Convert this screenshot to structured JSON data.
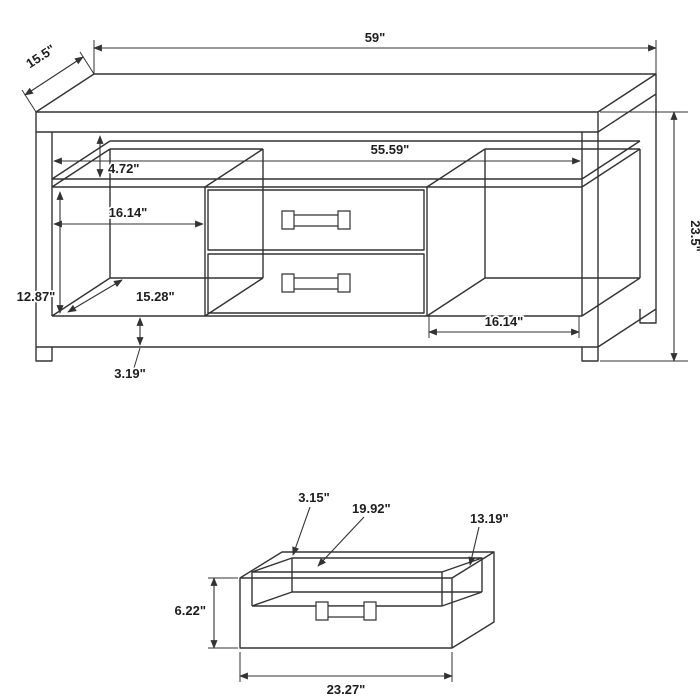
{
  "colors": {
    "line": "#333333",
    "background": "#ffffff"
  },
  "console": {
    "width": "59\"",
    "depth": "15.5\"",
    "height": "23.5\"",
    "interior_width": "55.59\"",
    "shelf_height": "4.72\"",
    "left_compartment_width": "16.14\"",
    "compartment_height": "12.87\"",
    "compartment_depth": "15.28\"",
    "base_height": "3.19\"",
    "right_compartment_width": "16.14\""
  },
  "drawer": {
    "height": "6.22\"",
    "width": "23.27\"",
    "inner_offset": "3.15\"",
    "interior_width": "19.92\"",
    "interior_depth": "13.19\""
  }
}
